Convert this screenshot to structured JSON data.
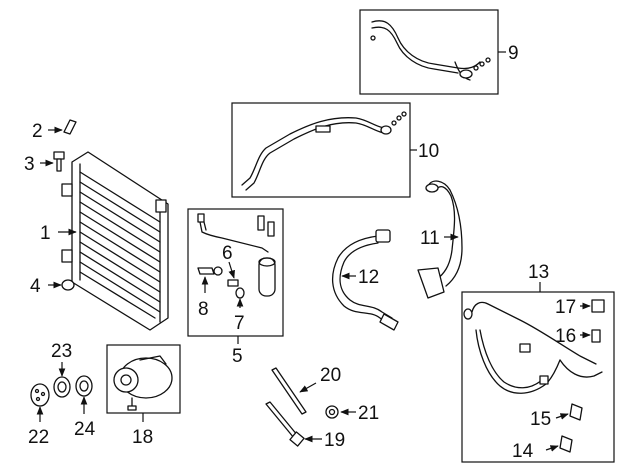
{
  "colors": {
    "line": "#111111",
    "background": "#ffffff"
  },
  "callouts": {
    "c1": "1",
    "c2": "2",
    "c3": "3",
    "c4": "4",
    "c5": "5",
    "c6": "6",
    "c7": "7",
    "c8": "8",
    "c9": "9",
    "c10": "10",
    "c11": "11",
    "c12": "12",
    "c13": "13",
    "c14": "14",
    "c15": "15",
    "c16": "16",
    "c17": "17",
    "c18": "18",
    "c19": "19",
    "c20": "20",
    "c21": "21",
    "c22": "22",
    "c23": "23",
    "c24": "24"
  }
}
